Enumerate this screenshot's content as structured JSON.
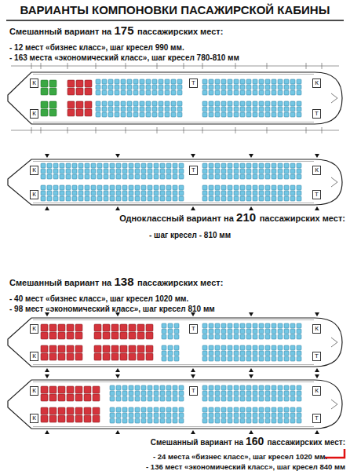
{
  "diagram": {
    "title": "ВАРИАНТЫ КОМПОНОВКИ ПАСАЖИРСКОЙ КАБИНЫ",
    "nodes": [
      {
        "text": [
          "К"
        ]
      },
      {
        "text": [
          "К"
        ]
      },
      {
        "text": [
          "Т"
        ]
      },
      {
        "text": [
          "К"
        ]
      },
      {
        "text": [
          "Т"
        ]
      },
      {
        "text": [
          "К"
        ]
      },
      {
        "text": [
          "К"
        ]
      },
      {
        "text": [
          "Т"
        ]
      },
      {
        "text": [
          "К"
        ]
      },
      {
        "text": [
          "Т"
        ]
      },
      {
        "text": [
          "К"
        ]
      },
      {
        "text": [
          "К"
        ]
      },
      {
        "text": [
          "Т"
        ]
      },
      {
        "text": [
          "К"
        ]
      },
      {
        "text": [
          "Т"
        ]
      },
      {
        "text": [
          "К"
        ]
      },
      {
        "text": [
          "К"
        ]
      },
      {
        "text": [
          "Т"
        ]
      },
      {
        "text": [
          "К"
        ]
      },
      {
        "text": [
          "Т"
        ]
      }
    ],
    "labels": [
      "Смешанный вариант на",
      "175",
      "пассажирских мест:",
      "- 12 мест «бизнес класс», шаг кресел 990 мм.",
      "- 163 места «экономический класс», шаг кресел 780-810 мм",
      "Одноклассный вариант на",
      "210",
      "пассажирских мест:",
      "- шаг кресел - 810 мм",
      "Смешанный вариант на",
      "138",
      "пассажирских мест:",
      "- 40 мест «бизнес класс», шаг кресел 1020 мм.",
      "- 98 мест «экономический класс», шаг кресел 810 мм",
      "Смешанный вариант на",
      "160",
      "пассажирских мест:",
      "- 24 места «бизнес класс», шаг кресел 1020 мм.",
      "- 136 мест «экономический класс», шаг кресел 840 мм"
    ]
  }
}
